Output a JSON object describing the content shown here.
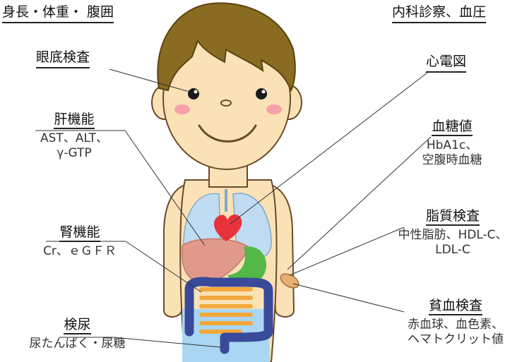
{
  "labels": {
    "height_weight_waist": "身長・体重・ 腹囲",
    "internal_exam_bp": "内科診察、血圧",
    "fundus": "眼底検査",
    "ecg": "心電図",
    "liver": {
      "title": "肝機能",
      "line1": "AST、ALT、",
      "line2": "γ-GTP"
    },
    "blood_sugar": {
      "title": "血糖値",
      "line1": "HbA1c、",
      "line2": "空腹時血糖"
    },
    "lipids": {
      "title": "脂質検査",
      "line1": "中性脂肪、HDL-C、",
      "line2": "LDL-C"
    },
    "kidney": {
      "title": "腎機能",
      "line1": "Cr、ｅＧＦＲ"
    },
    "anemia": {
      "title": "貧血検査",
      "line1": "赤血球、血色素、",
      "line2": "ヘマトクリット値"
    },
    "urine": {
      "title": "検尿",
      "line1": "尿たんぱく・尿糖"
    }
  },
  "colors": {
    "hair": "#8a6b22",
    "skin": "#fbe2b6",
    "outline": "#6b4a2a",
    "lungs": "#bfdcf2",
    "heart": "#e8323c",
    "liver": "#e0998a",
    "stomach": "#54b848",
    "large_intestine": "#3a4a9a",
    "small_intestine": "#f2a83a",
    "bladder": "#a9d6f2",
    "cheek": "#f6a0a8"
  }
}
